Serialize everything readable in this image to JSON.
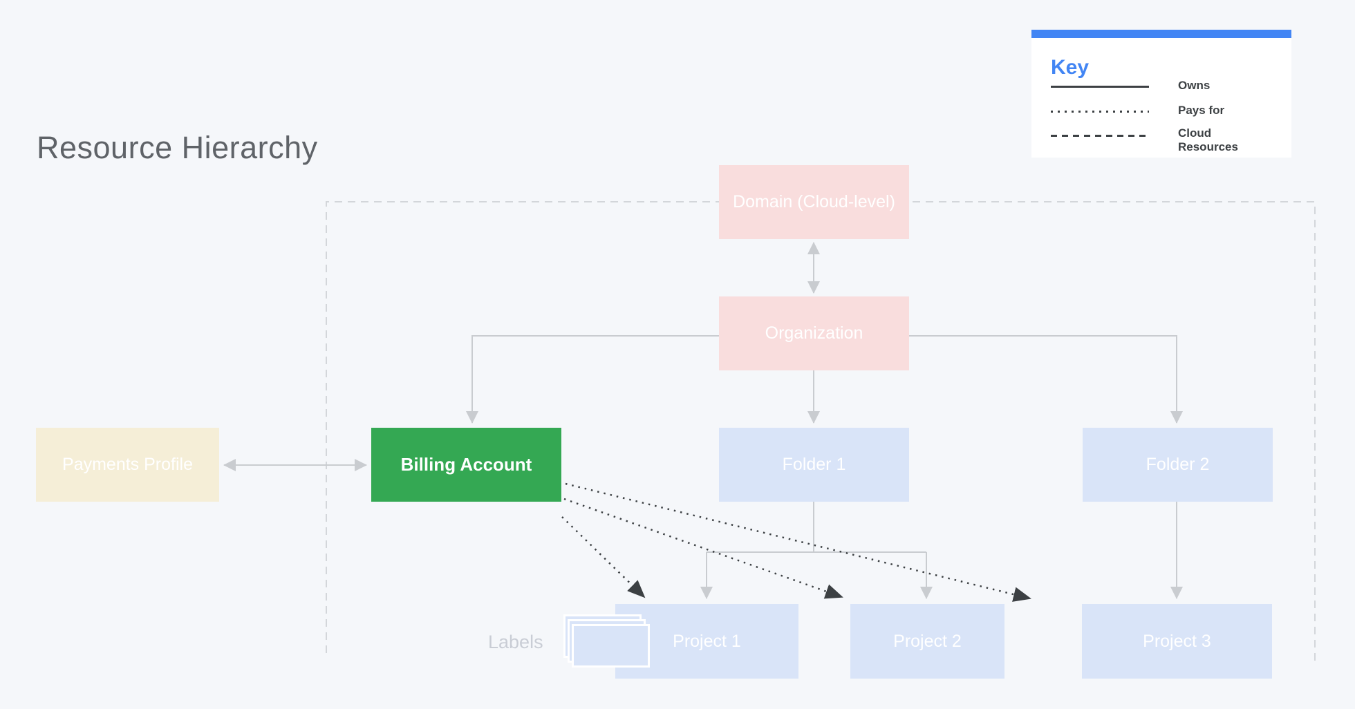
{
  "title": "Resource Hierarchy",
  "key": {
    "heading": "Key",
    "entries": [
      {
        "style": "solid",
        "label": "Owns"
      },
      {
        "style": "dotted",
        "label": "Pays for"
      },
      {
        "style": "dashed",
        "label": "Cloud Resources"
      }
    ]
  },
  "nodes": {
    "domain": {
      "label": "Domain (Cloud-level)",
      "color": "#f9dddd"
    },
    "organization": {
      "label": "Organization",
      "color": "#f9dddd"
    },
    "payments_profile": {
      "label": "Payments Profile",
      "color": "#f5eed7"
    },
    "billing_account": {
      "label": "Billing Account",
      "color": "#34a853"
    },
    "folder1": {
      "label": "Folder 1",
      "color": "#d9e4f8"
    },
    "folder2": {
      "label": "Folder 2",
      "color": "#d9e4f8"
    },
    "project1": {
      "label": "Project 1",
      "color": "#d9e4f8"
    },
    "project2": {
      "label": "Project 2",
      "color": "#d9e4f8"
    },
    "project3": {
      "label": "Project 3",
      "color": "#d9e4f8"
    }
  },
  "labels_caption": "Labels",
  "edges": [
    {
      "from": "domain",
      "to": "organization",
      "type": "owns",
      "bidirectional": true
    },
    {
      "from": "organization",
      "to": "billing_account",
      "type": "owns"
    },
    {
      "from": "organization",
      "to": "folder1",
      "type": "owns"
    },
    {
      "from": "organization",
      "to": "folder2",
      "type": "owns"
    },
    {
      "from": "folder1",
      "to": "project1",
      "type": "owns"
    },
    {
      "from": "folder1",
      "to": "project2",
      "type": "owns"
    },
    {
      "from": "folder2",
      "to": "project3",
      "type": "owns"
    },
    {
      "from": "payments_profile",
      "to": "billing_account",
      "type": "owns",
      "bidirectional": true
    },
    {
      "from": "billing_account",
      "to": "project1",
      "type": "pays_for"
    },
    {
      "from": "billing_account",
      "to": "project2",
      "type": "pays_for"
    },
    {
      "from": "billing_account",
      "to": "project3",
      "type": "pays_for"
    },
    {
      "boundary": "cloud_resources",
      "style": "dashed",
      "encloses": [
        "domain",
        "organization",
        "billing_account",
        "folder1",
        "folder2",
        "project1",
        "project2",
        "project3"
      ]
    }
  ],
  "colors": {
    "background": "#f5f7fa",
    "title_text": "#5f6368",
    "box_text": "#ffffff",
    "owns_line": "#c9ccd0",
    "boundary_line": "#d3d6da",
    "pays_for_line": "#3c4043",
    "key_accent": "#4285f4",
    "key_text": "#3c4043",
    "labels_text": "#c9cdd5"
  }
}
